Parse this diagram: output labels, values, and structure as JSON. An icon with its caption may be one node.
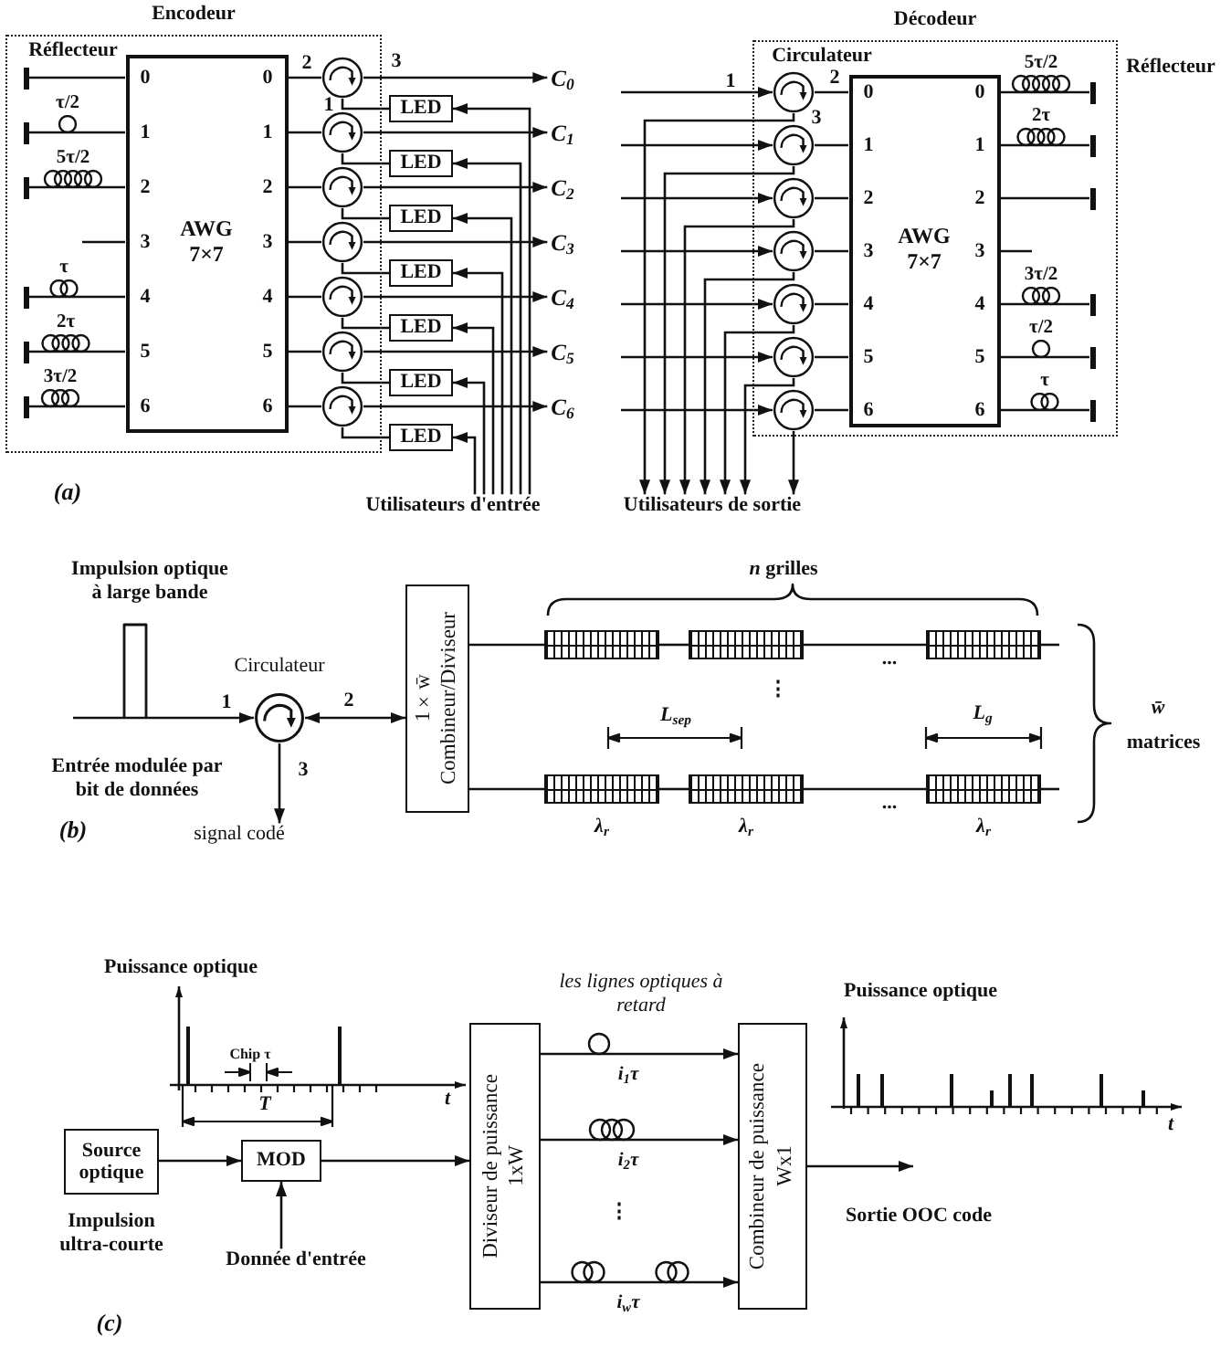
{
  "diagram": {
    "nodes": [
      {
        "text": [
          "Encodeur"
        ]
      },
      {
        "text": [
          "0",
          "1",
          "2",
          "3",
          "4",
          "5",
          "6",
          "AWG 7×7",
          "0",
          "1",
          "2",
          "3",
          "4",
          "5",
          "6"
        ],
        "in": 0
      },
      {
        "text": [],
        "shape": "circle",
        "in": 0
      },
      {
        "text": [],
        "shape": "circle",
        "in": 0
      },
      {
        "text": [],
        "shape": "circle",
        "in": 0
      },
      {
        "text": [],
        "shape": "circle",
        "in": 0
      },
      {
        "text": [],
        "shape": "circle",
        "in": 0
      },
      {
        "text": [],
        "shape": "circle",
        "in": 0
      },
      {
        "text": [],
        "shape": "circle",
        "in": 0
      },
      {
        "text": [
          "LED"
        ]
      },
      {
        "text": [
          "LED"
        ]
      },
      {
        "text": [
          "LED"
        ]
      },
      {
        "text": [
          "LED"
        ]
      },
      {
        "text": [
          "LED"
        ]
      },
      {
        "text": [
          "LED"
        ]
      },
      {
        "text": [
          "LED"
        ]
      },
      {
        "text": [
          "C$_{0}$"
        ]
      },
      {
        "text": [
          "C$_{1}$"
        ]
      },
      {
        "text": [
          "C$_{2}$"
        ]
      },
      {
        "text": [
          "C$_{3}$"
        ]
      },
      {
        "text": [
          "C$_{4}$"
        ]
      },
      {
        "text": [
          "C$_{5}$"
        ]
      },
      {
        "text": [
          "C$_{6}$"
        ]
      },
      {
        "text": [
          "Utilisateurs d'entrée"
        ]
      },
      {
        "text": [
          "Décodeur"
        ]
      },
      {
        "text": [
          "0",
          "1",
          "2",
          "3",
          "4",
          "5",
          "6",
          "AWG 7×7",
          "0",
          "1",
          "2",
          "3",
          "4",
          "5",
          "6"
        ],
        "in": 24
      },
      {
        "text": [],
        "shape": "circle",
        "in": 24
      },
      {
        "text": [],
        "shape": "circle",
        "in": 24
      },
      {
        "text": [],
        "shape": "circle",
        "in": 24
      },
      {
        "text": [],
        "shape": "circle",
        "in": 24
      },
      {
        "text": [],
        "shape": "circle",
        "in": 24
      },
      {
        "text": [],
        "shape": "circle",
        "in": 24
      },
      {
        "text": [],
        "shape": "circle",
        "in": 24
      },
      {
        "text": [
          "Utilisateurs de sortie"
        ]
      },
      {
        "text": [
          "Circulateur"
        ]
      },
      {
        "text": [
          "signal codé"
        ]
      },
      {
        "text": [
          "1×w̄",
          "Combineur/Diviseur"
        ]
      },
      {
        "text": [],
        "shape": "box"
      },
      {
        "text": [],
        "shape": "box"
      },
      {
        "text": [],
        "shape": "box"
      },
      {
        "text": [],
        "shape": "box",
        "beside": [
          "λ$_{r}$"
        ]
      },
      {
        "text": [],
        "shape": "box",
        "beside": [
          "λ$_{r}$"
        ]
      },
      {
        "text": [],
        "shape": "box",
        "beside": [
          "λ$_{r}$"
        ]
      },
      {
        "text": [
          "Source optique"
        ],
        "beside": [
          "Impulsion ultra-courte"
        ]
      },
      {
        "text": [
          "MOD"
        ]
      },
      {
        "text": [
          "Donnée d'entrée"
        ]
      },
      {
        "text": [
          "Diviseur de puissance",
          "1xW"
        ]
      },
      {
        "text": [
          "Combineur de puissance",
          "Wx1"
        ]
      },
      {
        "text": [],
        "shape": "bar",
        "in": 0
      },
      {
        "text": [],
        "shape": "bar",
        "in": 0
      },
      {
        "text": [],
        "shape": "bar",
        "in": 0
      },
      {
        "text": [],
        "shape": "bar",
        "in": 0
      },
      {
        "text": [],
        "shape": "bar",
        "in": 0
      },
      {
        "text": [],
        "shape": "bar",
        "in": 0
      },
      {
        "text": [],
        "shape": "bar",
        "in": 24
      },
      {
        "text": [],
        "shape": "bar",
        "in": 24
      },
      {
        "text": [],
        "shape": "bar",
        "in": 24
      },
      {
        "text": [],
        "shape": "bar",
        "in": 24
      },
      {
        "text": [],
        "shape": "bar",
        "in": 24
      },
      {
        "text": [],
        "shape": "bar",
        "in": 24
      }
    ],
    "edges": [
      {
        "from": 1,
        "to": 48,
        "arrow": "none"
      },
      {
        "from": 1,
        "to": 49,
        "arrow": "none",
        "label": "τ/2"
      },
      {
        "from": 1,
        "to": 50,
        "arrow": "none",
        "label": "5τ/2"
      },
      {
        "from": 1,
        "to": null,
        "arrow": "none"
      },
      {
        "from": 1,
        "to": 51,
        "arrow": "none",
        "label": "τ"
      },
      {
        "from": 1,
        "to": 52,
        "arrow": "none",
        "label": "2τ"
      },
      {
        "from": 1,
        "to": 53,
        "arrow": "none",
        "label": "3τ/2"
      },
      {
        "from": 1,
        "to": 2,
        "arrow": "none"
      },
      {
        "from": 1,
        "to": 3,
        "arrow": "none"
      },
      {
        "from": 1,
        "to": 4,
        "arrow": "none"
      },
      {
        "from": 1,
        "to": 5,
        "arrow": "none"
      },
      {
        "from": 1,
        "to": 6,
        "arrow": "none"
      },
      {
        "from": 1,
        "to": 7,
        "arrow": "none"
      },
      {
        "from": 1,
        "to": 8,
        "arrow": "none"
      },
      {
        "from": 2,
        "to": 16,
        "arrow": "to"
      },
      {
        "from": 3,
        "to": 17,
        "arrow": "to"
      },
      {
        "from": 4,
        "to": 18,
        "arrow": "to"
      },
      {
        "from": 5,
        "to": 19,
        "arrow": "to"
      },
      {
        "from": 6,
        "to": 20,
        "arrow": "to"
      },
      {
        "from": 7,
        "to": 21,
        "arrow": "to"
      },
      {
        "from": 8,
        "to": 22,
        "arrow": "to"
      },
      {
        "from": 9,
        "to": 2,
        "arrow": "none"
      },
      {
        "from": 10,
        "to": 3,
        "arrow": "none"
      },
      {
        "from": 11,
        "to": 4,
        "arrow": "none"
      },
      {
        "from": 12,
        "to": 5,
        "arrow": "none"
      },
      {
        "from": 13,
        "to": 6,
        "arrow": "none"
      },
      {
        "from": 14,
        "to": 7,
        "arrow": "none"
      },
      {
        "from": 15,
        "to": 8,
        "arrow": "none"
      },
      {
        "from": 23,
        "to": 9,
        "arrow": "to"
      },
      {
        "from": 23,
        "to": 10,
        "arrow": "to"
      },
      {
        "from": 23,
        "to": 11,
        "arrow": "to"
      },
      {
        "from": 23,
        "to": 12,
        "arrow": "to"
      },
      {
        "from": 23,
        "to": 13,
        "arrow": "to"
      },
      {
        "from": 23,
        "to": 14,
        "arrow": "to"
      },
      {
        "from": 23,
        "to": 15,
        "arrow": "to"
      },
      {
        "from": null,
        "to": 26,
        "arrow": "to"
      },
      {
        "from": null,
        "to": 27,
        "arrow": "to"
      },
      {
        "from": null,
        "to": 28,
        "arrow": "to"
      },
      {
        "from": null,
        "to": 29,
        "arrow": "to"
      },
      {
        "from": null,
        "to": 30,
        "arrow": "to"
      },
      {
        "from": null,
        "to": 31,
        "arrow": "to"
      },
      {
        "from": null,
        "to": 32,
        "arrow": "to"
      },
      {
        "from": 26,
        "to": 25,
        "arrow": "none"
      },
      {
        "from": 27,
        "to": 25,
        "arrow": "none"
      },
      {
        "from": 28,
        "to": 25,
        "arrow": "none"
      },
      {
        "from": 29,
        "to": 25,
        "arrow": "none"
      },
      {
        "from": 30,
        "to": 25,
        "arrow": "none"
      },
      {
        "from": 31,
        "to": 25,
        "arrow": "none"
      },
      {
        "from": 32,
        "to": 25,
        "arrow": "none"
      },
      {
        "from": 26,
        "to": 33,
        "arrow": "to"
      },
      {
        "from": 27,
        "to": 33,
        "arrow": "to"
      },
      {
        "from": 28,
        "to": 33,
        "arrow": "to"
      },
      {
        "from": 29,
        "to": 33,
        "arrow": "to"
      },
      {
        "from": 30,
        "to": 33,
        "arrow": "to"
      },
      {
        "from": 31,
        "to": 33,
        "arrow": "to"
      },
      {
        "from": 32,
        "to": 33,
        "arrow": "to"
      },
      {
        "from": 25,
        "to": 54,
        "arrow": "none",
        "label": "5τ/2"
      },
      {
        "from": 25,
        "to": 55,
        "arrow": "none",
        "label": "2τ"
      },
      {
        "from": 25,
        "to": 56,
        "arrow": "none"
      },
      {
        "from": 25,
        "to": null,
        "arrow": "none"
      },
      {
        "from": 25,
        "to": 57,
        "arrow": "none",
        "label": "3τ/2"
      },
      {
        "from": 25,
        "to": 58,
        "arrow": "none",
        "label": "τ/2"
      },
      {
        "from": 25,
        "to": 59,
        "arrow": "none",
        "label": "τ"
      },
      {
        "from": null,
        "to": 34,
        "arrow": "to"
      },
      {
        "from": 34,
        "to": 36,
        "arrow": "both"
      },
      {
        "from": 34,
        "to": 35,
        "arrow": "to"
      },
      {
        "from": 36,
        "to": 37,
        "arrow": "none"
      },
      {
        "from": 37,
        "to": 38,
        "arrow": "none"
      },
      {
        "from": 38,
        "to": 39,
        "arrow": "none"
      },
      {
        "from": 39,
        "to": null,
        "arrow": "none"
      },
      {
        "from": 36,
        "to": 40,
        "arrow": "none"
      },
      {
        "from": 40,
        "to": 41,
        "arrow": "none"
      },
      {
        "from": 41,
        "to": 42,
        "arrow": "none"
      },
      {
        "from": 42,
        "to": null,
        "arrow": "none"
      },
      {
        "from": 43,
        "to": 44,
        "arrow": "to"
      },
      {
        "from": 45,
        "to": 44,
        "arrow": "to"
      },
      {
        "from": 44,
        "to": 46,
        "arrow": "to"
      },
      {
        "from": 46,
        "to": 47,
        "arrow": "to",
        "label": "i$_{1}$τ"
      },
      {
        "from": 46,
        "to": 47,
        "arrow": "to",
        "label": "i$_{2}$τ"
      },
      {
        "from": 46,
        "to": 47,
        "arrow": "to",
        "label": "i$_{w}$τ"
      },
      {
        "from": 47,
        "to": null,
        "arrow": "to"
      }
    ],
    "labels": [
      "Réflecteur",
      "2",
      "3",
      "1",
      "(a)",
      "Circulateur",
      "1",
      "2",
      "3",
      "Réflecteur",
      "Impulsion optique à large bande",
      "1",
      "2",
      "3",
      "Entrée modulée par bit de données",
      "(b)",
      "*n* grilles",
      "...",
      "⋮",
      "L$_{sep}$",
      "L$_{g}$",
      "...",
      "w̄",
      "matrices",
      "Puissance optique",
      "Chip τ",
      "T",
      "t",
      "les lignes optiques à retard",
      "⋮",
      "Puissance optique",
      "t",
      "Sortie OOC code",
      "(c)"
    ]
  }
}
